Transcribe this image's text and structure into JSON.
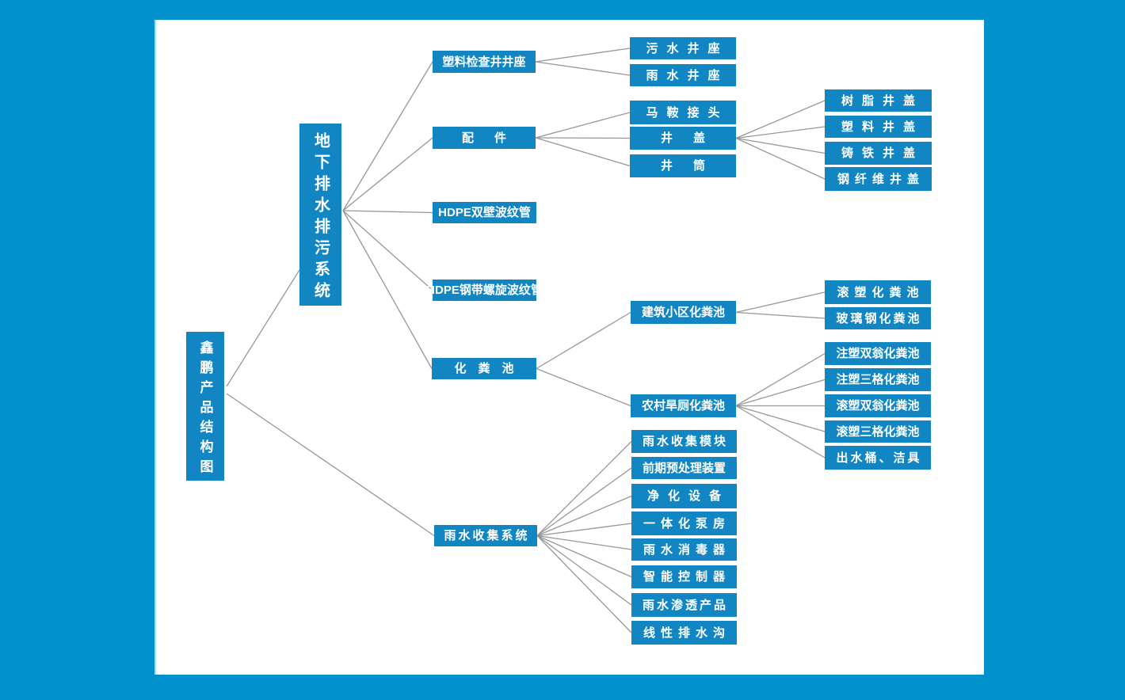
{
  "colors": {
    "page_background": "#0090cb",
    "panel_background": "#ffffff",
    "node_background": "#1186c2",
    "node_text": "#ffffff",
    "connector_line": "#979797"
  },
  "diagram": {
    "type": "tree",
    "nodes": [
      {
        "id": 0,
        "label": "鑫鹏产品结构图",
        "parent": null
      },
      {
        "id": 1,
        "label": "地下排水排污系统",
        "parent": 0
      },
      {
        "id": 2,
        "label": "雨水收集系统",
        "parent": 0
      },
      {
        "id": 3,
        "label": "塑料检查井井座",
        "parent": 1
      },
      {
        "id": 4,
        "label": "配件",
        "parent": 1
      },
      {
        "id": 5,
        "label": "HDPE双壁波纹管",
        "parent": 1
      },
      {
        "id": 6,
        "label": "HDPE钢带螺旋波纹管",
        "parent": 1
      },
      {
        "id": 7,
        "label": "化粪池",
        "parent": 1
      },
      {
        "id": 8,
        "label": "污水井座",
        "parent": 3
      },
      {
        "id": 9,
        "label": "雨水井座",
        "parent": 3
      },
      {
        "id": 10,
        "label": "马鞍接头",
        "parent": 4
      },
      {
        "id": 11,
        "label": "井盖",
        "parent": 4
      },
      {
        "id": 12,
        "label": "井筒",
        "parent": 4
      },
      {
        "id": 13,
        "label": "树脂井盖",
        "parent": 11
      },
      {
        "id": 14,
        "label": "塑料井盖",
        "parent": 11
      },
      {
        "id": 15,
        "label": "铸铁井盖",
        "parent": 11
      },
      {
        "id": 16,
        "label": "钢纤维井盖",
        "parent": 11
      },
      {
        "id": 17,
        "label": "建筑小区化粪池",
        "parent": 7
      },
      {
        "id": 18,
        "label": "农村旱厕化粪池",
        "parent": 7
      },
      {
        "id": 19,
        "label": "滚塑化粪池",
        "parent": 17
      },
      {
        "id": 20,
        "label": "玻璃钢化粪池",
        "parent": 17
      },
      {
        "id": 21,
        "label": "注塑双翁化粪池",
        "parent": 18
      },
      {
        "id": 22,
        "label": "注塑三格化粪池",
        "parent": 18
      },
      {
        "id": 23,
        "label": "滚塑双翁化粪池",
        "parent": 18
      },
      {
        "id": 24,
        "label": "滚塑三格化粪池",
        "parent": 18
      },
      {
        "id": 25,
        "label": "出水桶、洁具",
        "parent": 18
      },
      {
        "id": 26,
        "label": "雨水收集模块",
        "parent": 2
      },
      {
        "id": 27,
        "label": "前期预处理装置",
        "parent": 2
      },
      {
        "id": 28,
        "label": "净化设备",
        "parent": 2
      },
      {
        "id": 29,
        "label": "一体化泵房",
        "parent": 2
      },
      {
        "id": 30,
        "label": "雨水消毒器",
        "parent": 2
      },
      {
        "id": 31,
        "label": "智能控制器",
        "parent": 2
      },
      {
        "id": 32,
        "label": "雨水渗透产品",
        "parent": 2
      },
      {
        "id": 33,
        "label": "线性排水沟",
        "parent": 2
      }
    ]
  }
}
